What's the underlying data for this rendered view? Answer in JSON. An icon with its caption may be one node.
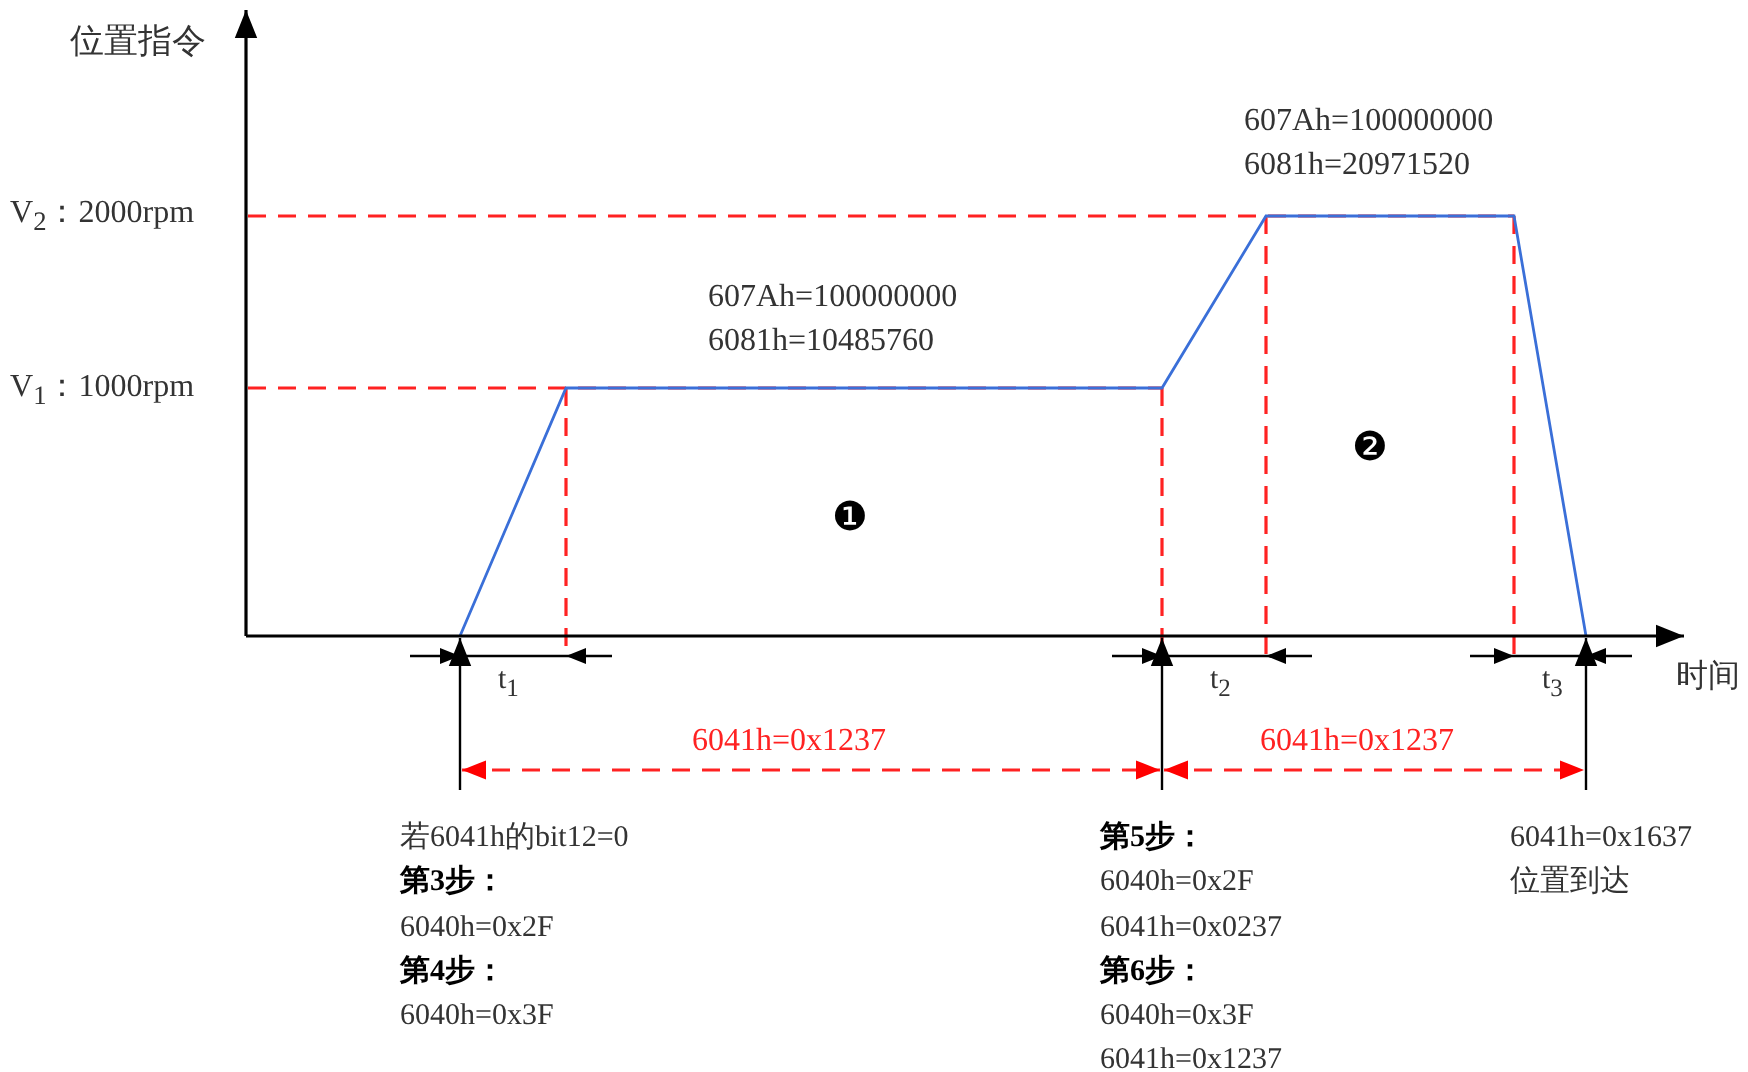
{
  "diagram": {
    "labels": [
      "位置指令",
      "V$_{2}$：2000rpm",
      "607Ah=100000000",
      "6081h=20971520",
      "V$_{1}$：1000rpm",
      "607Ah=100000000",
      "6081h=10485760",
      "❷",
      "❶",
      "t$_{1}$",
      "t$_{2}$",
      "t$_{3}$",
      "时间",
      "6041h=0x1237",
      "6041h=0x1237",
      "若6041h的bit12=0",
      "第3步：",
      "6040h=0x2F",
      "第4步：",
      "6040h=0x3F",
      "第5步：",
      "6040h=0x2F",
      "6041h=0x0237",
      "第6步：",
      "6040h=0x3F",
      "6041h=0x1237",
      "6041h=0x1637",
      "位置到达"
    ]
  }
}
